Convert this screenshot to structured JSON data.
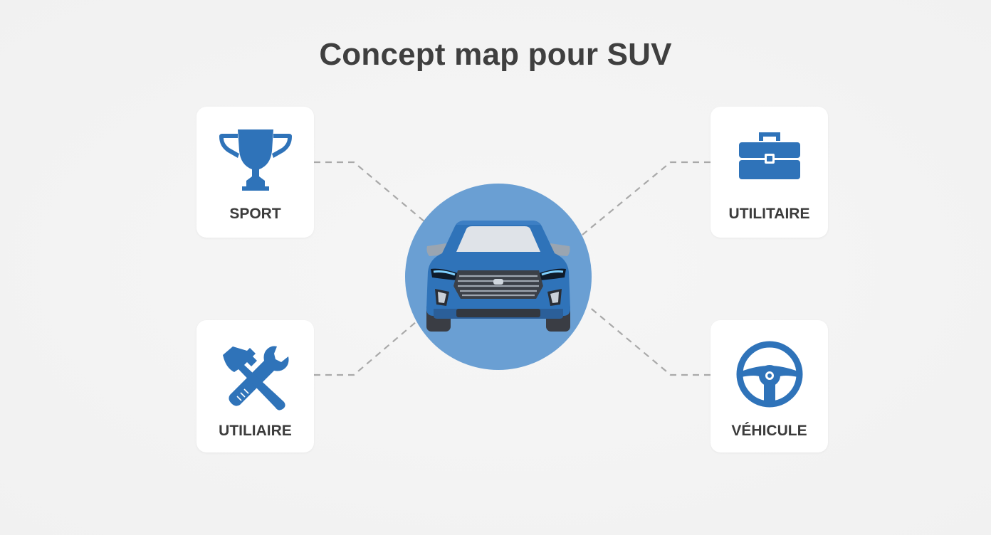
{
  "title": "Concept map pour SUV",
  "center": {
    "icon": "suv-front-icon"
  },
  "nodes": [
    {
      "label": "SPORT",
      "icon": "trophy-icon"
    },
    {
      "label": "UTILIAIRE",
      "icon": "tools-icon"
    },
    {
      "label": "UTILITAIRE",
      "icon": "toolbox-icon"
    },
    {
      "label": "VÉHICULE",
      "icon": "steering-wheel-icon"
    }
  ],
  "colors": {
    "accent": "#2f73b9",
    "hub": "#6a9fd3",
    "connector": "#a9a9a9",
    "text": "#3c3c3c",
    "background": "#f3f3f3",
    "card": "#ffffff"
  }
}
